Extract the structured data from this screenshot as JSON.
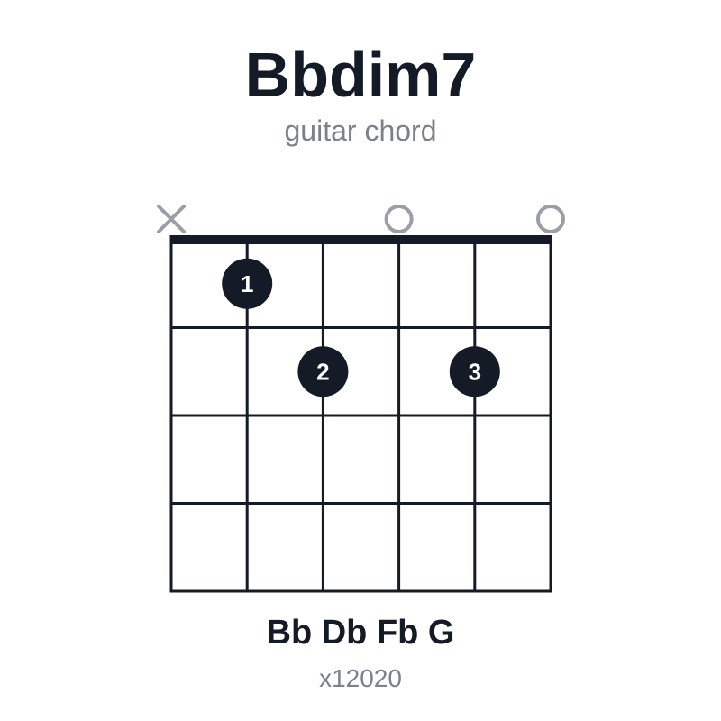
{
  "chord": {
    "name": "Bbdim7",
    "subtitle": "guitar chord",
    "notes": "Bb Db Fb G",
    "fingering_code": "x12020"
  },
  "diagram": {
    "strings": 6,
    "frets_shown": 4,
    "string_markers": [
      "x",
      "",
      "",
      "o",
      "",
      "o"
    ],
    "dots": [
      {
        "string": 2,
        "fret": 1,
        "finger": "1"
      },
      {
        "string": 3,
        "fret": 2,
        "finger": "2"
      },
      {
        "string": 5,
        "fret": 2,
        "finger": "3"
      }
    ]
  },
  "colors": {
    "ink": "#141a26",
    "muted": "#9a9ea6",
    "dot_text": "#ffffff"
  }
}
